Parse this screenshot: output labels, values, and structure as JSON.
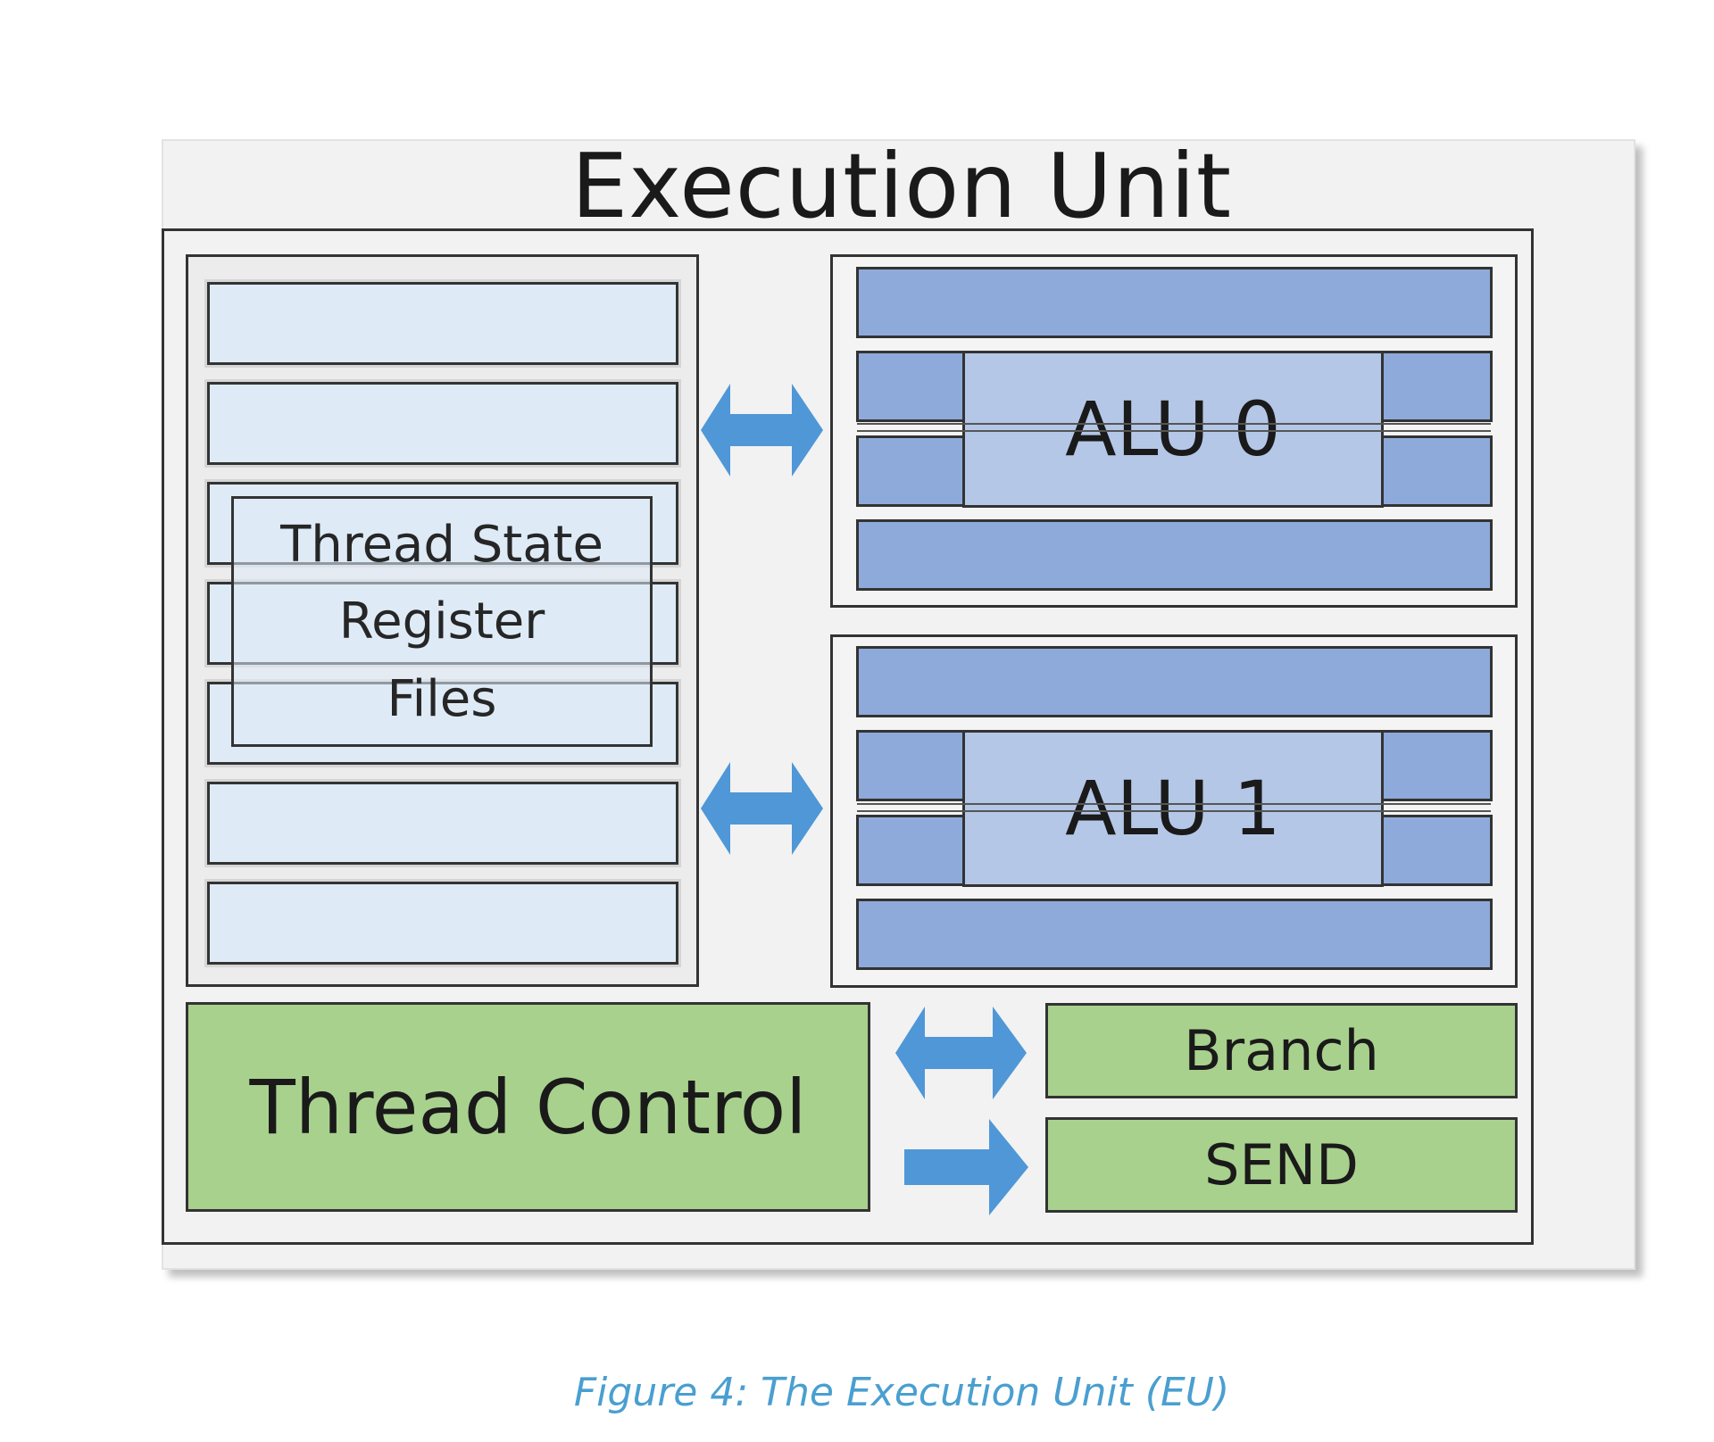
{
  "diagram": {
    "title": "Execution Unit",
    "register_files": {
      "label_lines": [
        "Thread State",
        "Register",
        "Files"
      ]
    },
    "alus": [
      {
        "label": "ALU 0"
      },
      {
        "label": "ALU 1"
      }
    ],
    "thread_control": {
      "label": "Thread Control"
    },
    "branch": {
      "label": "Branch"
    },
    "send": {
      "label": "SEND"
    },
    "caption": "Figure 4: The Execution Unit (EU)",
    "colors": {
      "register": "#deebf7",
      "alu_bar": "#8eaadb",
      "alu_center": "#b4c7e7",
      "control": "#a9d18e",
      "arrow": "#4f97d7",
      "caption": "#4a9fd0"
    }
  }
}
